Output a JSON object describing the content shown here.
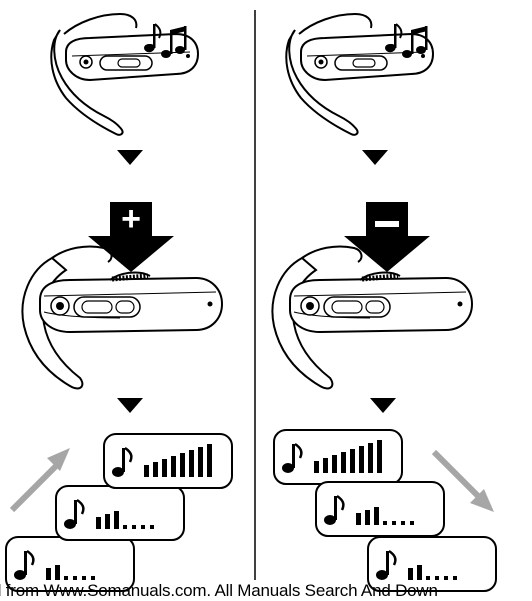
{
  "panels": [
    {
      "id": "volume-up",
      "symbol": "+",
      "direction": "up",
      "levels": [
        "full",
        "medium",
        "low"
      ]
    },
    {
      "id": "volume-down",
      "symbol": "−",
      "direction": "down",
      "levels": [
        "full",
        "medium",
        "low"
      ]
    }
  ],
  "footer": {
    "text": "d from Www.Somanuals.com. All Manuals Search And Down"
  },
  "colors": {
    "ink": "#000000",
    "gray_arrow": "#a6a6a6",
    "symbol_fill": "#ffffff"
  }
}
